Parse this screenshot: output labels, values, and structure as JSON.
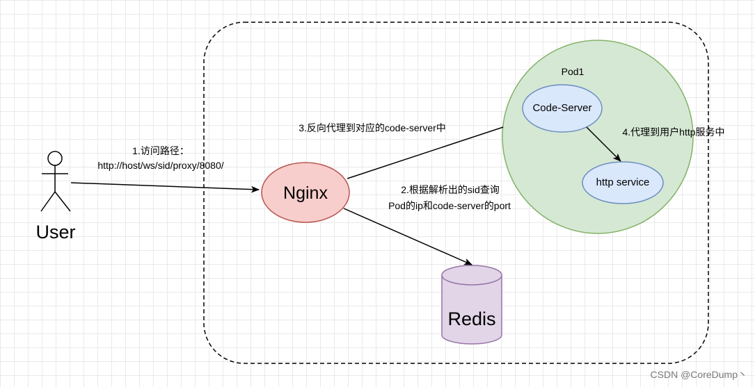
{
  "actor": {
    "label": "User"
  },
  "nodes": {
    "nginx": "Nginx",
    "redis": "Redis",
    "pod": "Pod1",
    "code_server": "Code-Server",
    "http_service": "http service"
  },
  "edges": {
    "access_line1": "1.访问路径：",
    "access_line2": "http://host/ws/sid/proxy/8080/",
    "lookup_line1": "2.根据解析出的sid查询",
    "lookup_line2": "Pod的ip和code-server的port",
    "reverse_proxy": "3.反向代理到对应的code-server中",
    "proxy_to_user": "4.代理到用户http服务中"
  },
  "watermark": "CSDN @CoreDump丶",
  "colors": {
    "nginx_fill": "#f8cecc",
    "nginx_stroke": "#b85450",
    "redis_fill": "#e1d5e7",
    "redis_stroke": "#9673a6",
    "pod_fill": "#d5e8d4",
    "pod_stroke": "#82b366",
    "inner_fill": "#dae8fc",
    "inner_stroke": "#6c8ebf"
  }
}
